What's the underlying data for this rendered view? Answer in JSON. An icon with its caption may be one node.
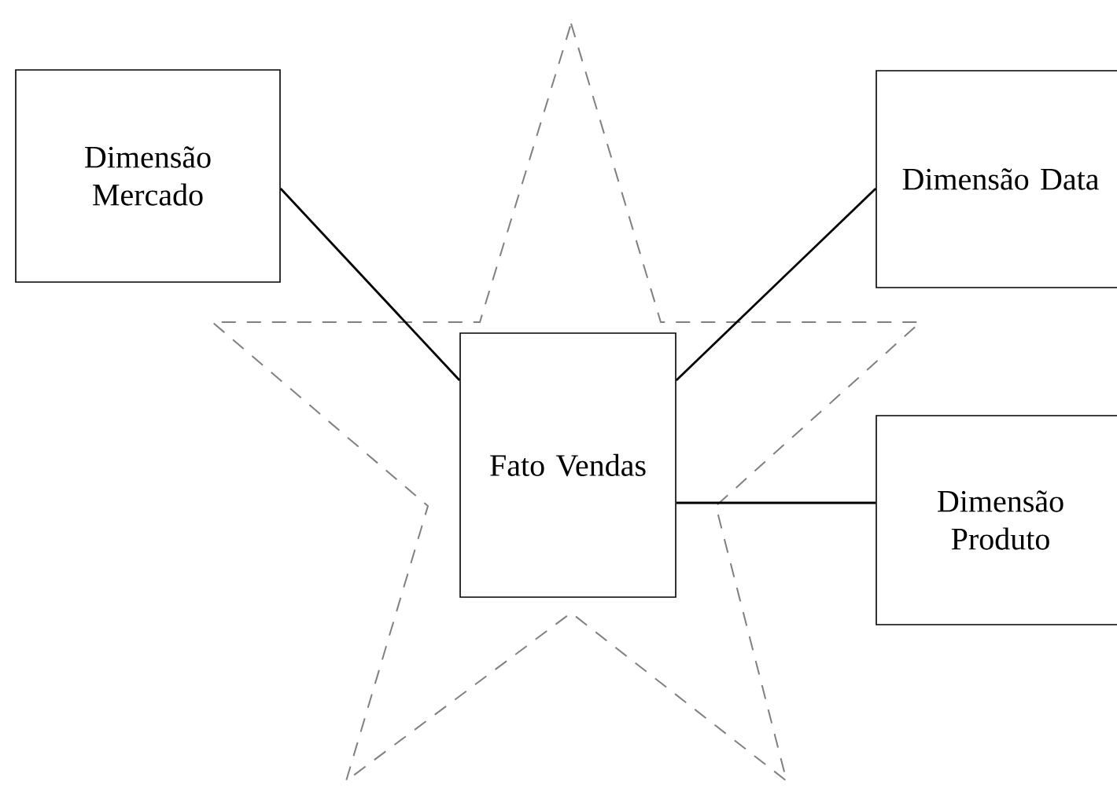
{
  "diagram": {
    "nodes": [
      {
        "text": [
          "Dimensão Mercado"
        ]
      },
      {
        "text": [
          "Dimensão Data"
        ]
      },
      {
        "text": [
          "Fato Vendas"
        ]
      },
      {
        "text": [
          "Dimensão Produto"
        ]
      }
    ],
    "edges": [
      {
        "from": 0,
        "to": 2,
        "arrow": "none"
      },
      {
        "from": 2,
        "to": 1,
        "arrow": "none"
      },
      {
        "from": 2,
        "to": 3,
        "arrow": "none"
      }
    ]
  }
}
